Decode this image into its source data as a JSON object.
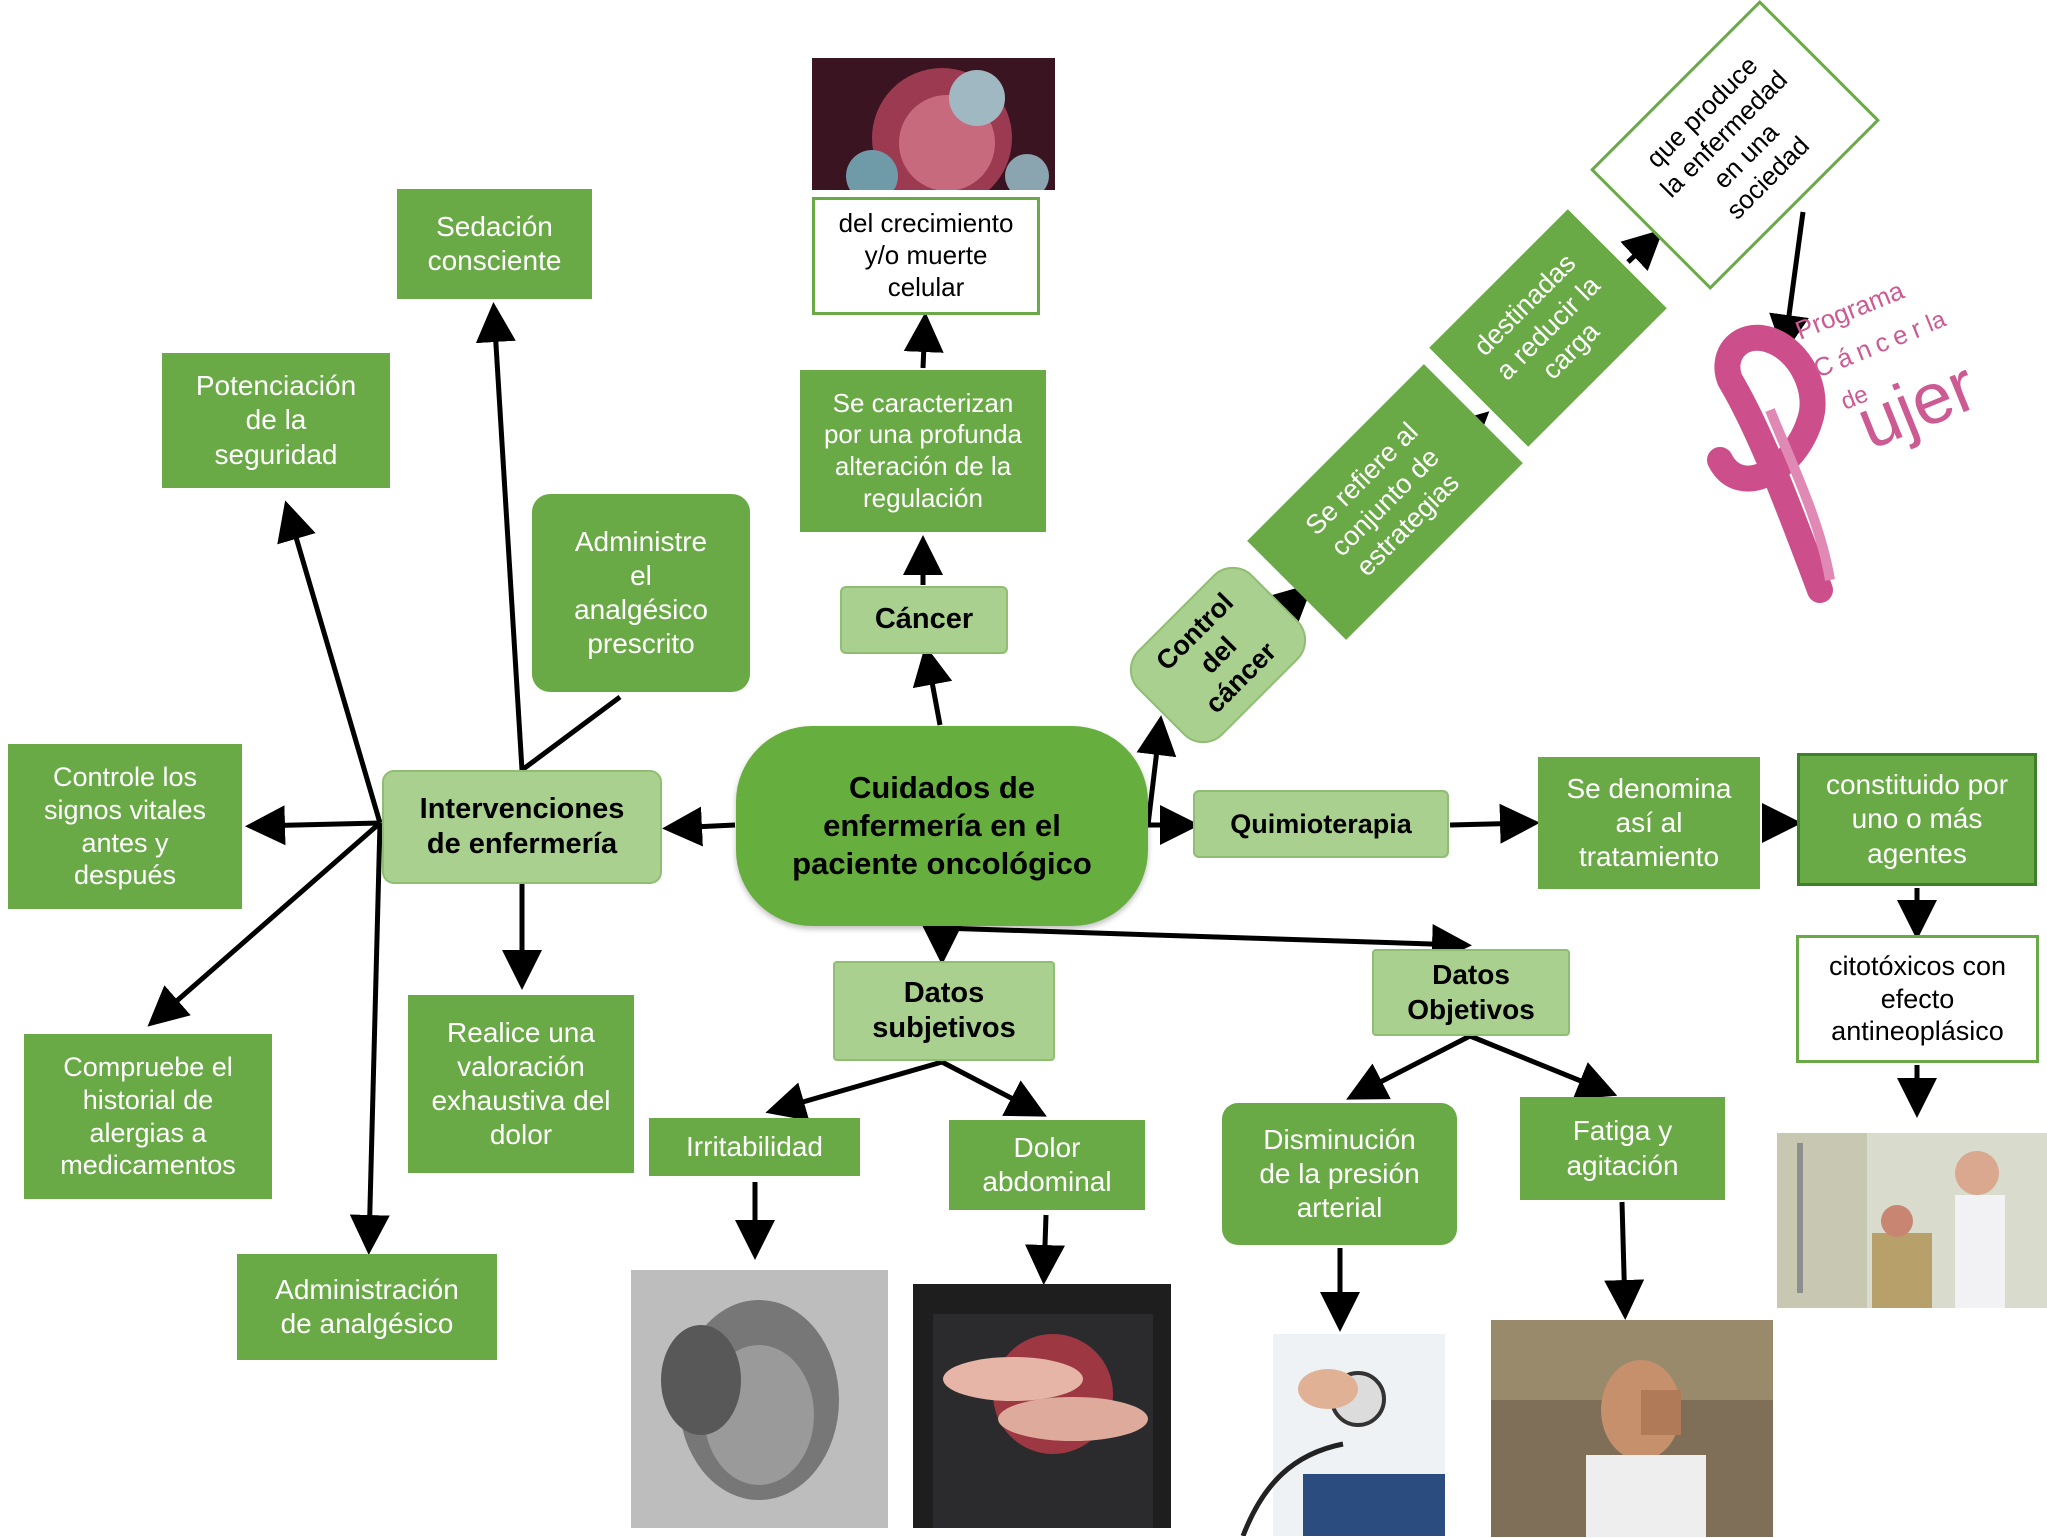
{
  "nodes": {
    "main": "Cuidados de\nenfermería en el\npaciente oncológico",
    "cancer": "Cáncer",
    "caracterizan": "Se caracterizan\npor una profunda\nalteración de la\nregulación",
    "crecimiento": "del crecimiento\ny/o muerte\ncelular",
    "control": "Control\ndel\ncáncer",
    "refiere": "Se refiere al\nconjunto de\nestrategias",
    "destinadas": "destinadas\na reducir la\ncarga",
    "produce": "que produce\nla enfermedad\nen una\nsociedad",
    "quimio": "Quimioterapia",
    "denomina": "Se denomina\nasí al\ntratamiento",
    "constituido": "constituido por\nuno o más\nagentes",
    "citotoxicos": "citotóxicos con\nefecto\nantineoplásico",
    "subjetivos": "Datos\nsubjetivos",
    "objetivos": "Datos\nObjetivos",
    "irritabilidad": "Irritabilidad",
    "dolor": "Dolor\nabdominal",
    "presion": "Disminución\nde la presión\narterial",
    "fatiga": "Fatiga y\nagitación",
    "intervenciones": "Intervenciones\nde enfermería",
    "sedacion": "Sedación\nconsciente",
    "potenciacion": "Potenciación\nde la\nseguridad",
    "administre": "Administre\nel\nanalgésico\nprescrito",
    "signos": "Controle los\nsignos vitales\nantes y\ndespués",
    "historial": "Compruebe el\nhistorial de\nalergias a\nmedicamentos",
    "valoracion": "Realice una\nvaloración\nexhaustiva del\ndolor",
    "analgesico": "Administración\nde analgésico"
  },
  "logo": {
    "line1": "Programa",
    "line2": "Cáncer",
    "line3": "de",
    "line4": "la",
    "line5": "ujer"
  },
  "colors": {
    "dark_green": "#6aaa46",
    "light_green": "#a9d08e",
    "arrow": "#000000",
    "ribbon": "#cc4f8c"
  }
}
